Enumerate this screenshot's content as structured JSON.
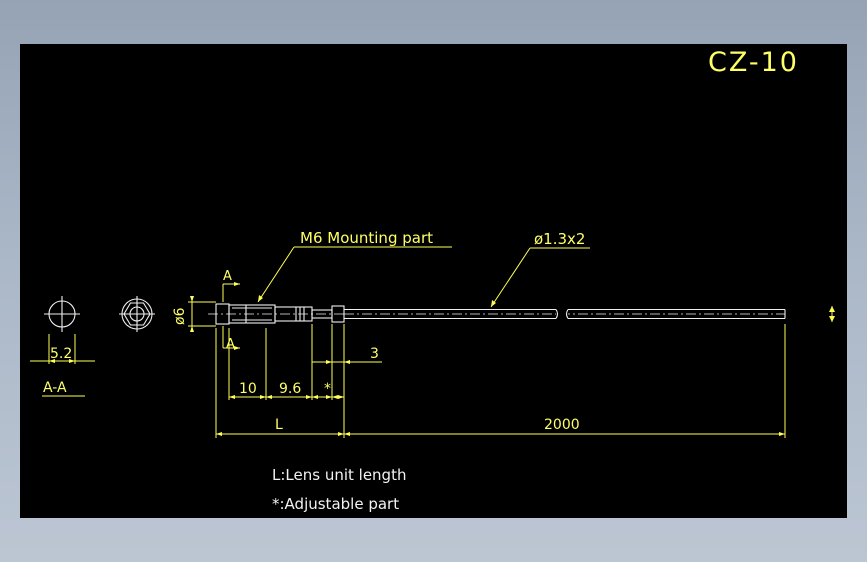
{
  "title": "CZ-10",
  "callouts": {
    "mounting": "M6 Mounting part",
    "fiber": "ø1.3x2"
  },
  "section": {
    "label": "A-A",
    "cut_marker": "A",
    "width_dim": "5.2"
  },
  "dimensions": {
    "diameter": "ø6",
    "d1": "10",
    "d2": "9.6",
    "d3": "*",
    "d4": "3",
    "lens_length": "L",
    "fiber_length": "2000"
  },
  "notes": [
    "L:Lens unit length",
    "*:Adjustable part"
  ],
  "colors": {
    "background": "#000000",
    "annotation": "#ffff55",
    "outline": "#f0f0f0",
    "frame": "#95a3b5"
  }
}
